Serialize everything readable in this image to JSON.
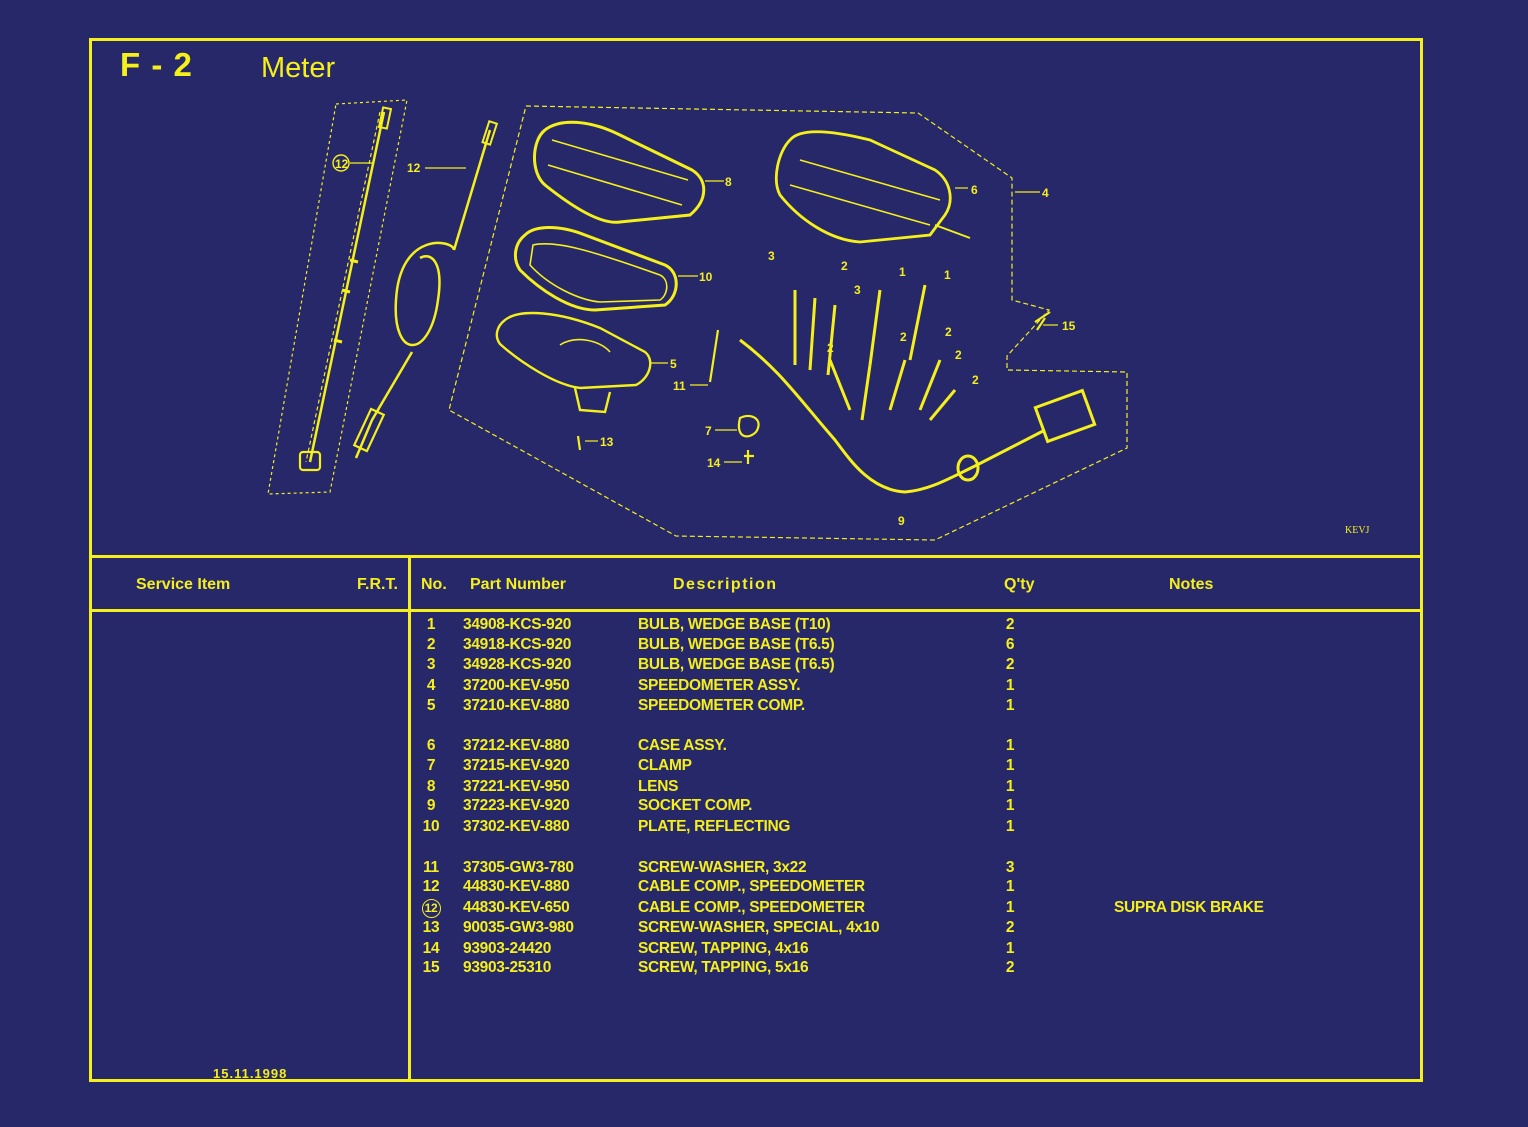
{
  "header": {
    "code": "F - 2",
    "title": "Meter"
  },
  "diagram": {
    "mark": "KEVJ",
    "callouts": [
      {
        "text": "12",
        "circled": true
      },
      {
        "text": "12"
      },
      {
        "text": "8"
      },
      {
        "text": "6"
      },
      {
        "text": "4"
      },
      {
        "text": "10"
      },
      {
        "text": "3"
      },
      {
        "text": "2"
      },
      {
        "text": "1"
      },
      {
        "text": "1"
      },
      {
        "text": "3"
      },
      {
        "text": "15"
      },
      {
        "text": "5"
      },
      {
        "text": "2"
      },
      {
        "text": "2"
      },
      {
        "text": "2"
      },
      {
        "text": "2"
      },
      {
        "text": "2"
      },
      {
        "text": "11"
      },
      {
        "text": "7"
      },
      {
        "text": "13"
      },
      {
        "text": "14"
      },
      {
        "text": "9"
      }
    ]
  },
  "columns": {
    "service_item": "Service Item",
    "frt": "F.R.T.",
    "no": "No.",
    "part_number": "Part Number",
    "description": "Description",
    "qty": "Q'ty",
    "notes": "Notes"
  },
  "parts": [
    {
      "no": "1",
      "part_number": "34908-KCS-920",
      "description": "BULB, WEDGE BASE (T10)",
      "qty": "2",
      "notes": ""
    },
    {
      "no": "2",
      "part_number": "34918-KCS-920",
      "description": "BULB, WEDGE BASE (T6.5)",
      "qty": "6",
      "notes": ""
    },
    {
      "no": "3",
      "part_number": "34928-KCS-920",
      "description": "BULB, WEDGE BASE (T6.5)",
      "qty": "2",
      "notes": ""
    },
    {
      "no": "4",
      "part_number": "37200-KEV-950",
      "description": "SPEEDOMETER ASSY.",
      "qty": "1",
      "notes": ""
    },
    {
      "no": "5",
      "part_number": "37210-KEV-880",
      "description": "SPEEDOMETER COMP.",
      "qty": "1",
      "notes": ""
    },
    {
      "no": "6",
      "part_number": "37212-KEV-880",
      "description": "CASE ASSY.",
      "qty": "1",
      "notes": ""
    },
    {
      "no": "7",
      "part_number": "37215-KEV-920",
      "description": "CLAMP",
      "qty": "1",
      "notes": ""
    },
    {
      "no": "8",
      "part_number": "37221-KEV-950",
      "description": "LENS",
      "qty": "1",
      "notes": ""
    },
    {
      "no": "9",
      "part_number": "37223-KEV-920",
      "description": "SOCKET COMP.",
      "qty": "1",
      "notes": ""
    },
    {
      "no": "10",
      "part_number": "37302-KEV-880",
      "description": "PLATE, REFLECTING",
      "qty": "1",
      "notes": ""
    },
    {
      "no": "11",
      "part_number": "37305-GW3-780",
      "description": "SCREW-WASHER, 3x22",
      "qty": "3",
      "notes": ""
    },
    {
      "no": "12",
      "part_number": "44830-KEV-880",
      "description": "CABLE COMP., SPEEDOMETER",
      "qty": "1",
      "notes": ""
    },
    {
      "no": "12",
      "circled": true,
      "part_number": "44830-KEV-650",
      "description": "CABLE COMP., SPEEDOMETER",
      "qty": "1",
      "notes": "SUPRA DISK BRAKE"
    },
    {
      "no": "13",
      "part_number": "90035-GW3-980",
      "description": "SCREW-WASHER, SPECIAL, 4x10",
      "qty": "2",
      "notes": ""
    },
    {
      "no": "14",
      "part_number": "93903-24420",
      "description": "SCREW, TAPPING, 4x16",
      "qty": "1",
      "notes": ""
    },
    {
      "no": "15",
      "part_number": "93903-25310",
      "description": "SCREW, TAPPING, 5x16",
      "qty": "2",
      "notes": ""
    }
  ],
  "footer": {
    "date": "15.11.1998"
  },
  "colors": {
    "background": "#26286a",
    "line": "#f5ef1a"
  }
}
